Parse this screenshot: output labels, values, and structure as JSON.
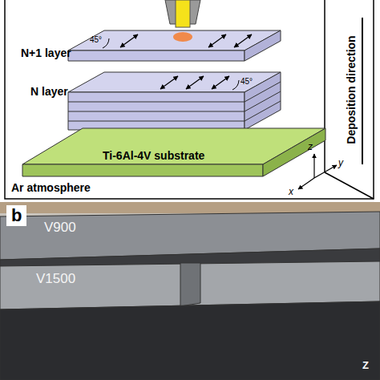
{
  "diagram": {
    "nodes": [
      {
        "text": [
          "Ti-6Al-4V substrate"
        ]
      },
      {
        "text": [
          "V900"
        ]
      },
      {
        "text": [
          "V1500"
        ]
      }
    ],
    "labels": [
      "N+1 layer",
      "N layer",
      "45°",
      "45°",
      "Ar atmosphere",
      "Deposition direction",
      "z",
      "y",
      "x",
      "b",
      "Z"
    ]
  }
}
